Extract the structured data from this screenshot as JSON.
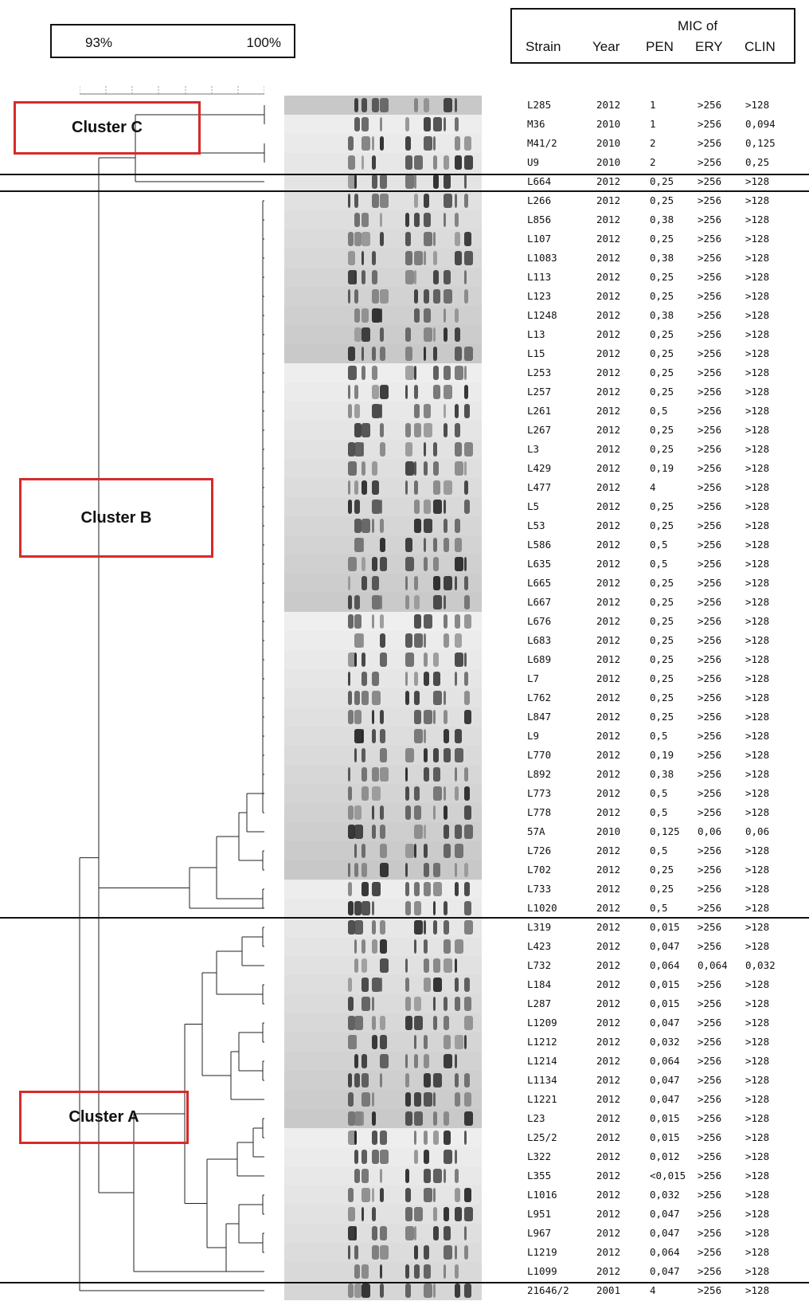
{
  "scale": {
    "left_label": "93%",
    "right_label": "100%"
  },
  "header": {
    "mic_label": "MIC of",
    "columns": [
      "Strain",
      "Year",
      "PEN",
      "ERY",
      "CLIN"
    ]
  },
  "clusters": [
    {
      "name": "Cluster C"
    },
    {
      "name": "Cluster B"
    },
    {
      "name": "Cluster A"
    }
  ],
  "rows": [
    [
      "L285",
      "2012",
      "1",
      ">256",
      ">128"
    ],
    [
      "M36",
      "2010",
      "1",
      ">256",
      "0,094"
    ],
    [
      "M41/2",
      "2010",
      "2",
      ">256",
      "0,125"
    ],
    [
      "U9",
      "2010",
      "2",
      ">256",
      "0,25"
    ],
    [
      "L664",
      "2012",
      "0,25",
      ">256",
      ">128"
    ],
    [
      "L266",
      "2012",
      "0,25",
      ">256",
      ">128"
    ],
    [
      "L856",
      "2012",
      "0,38",
      ">256",
      ">128"
    ],
    [
      "L107",
      "2012",
      "0,25",
      ">256",
      ">128"
    ],
    [
      "L1083",
      "2012",
      "0,38",
      ">256",
      ">128"
    ],
    [
      "L113",
      "2012",
      "0,25",
      ">256",
      ">128"
    ],
    [
      "L123",
      "2012",
      "0,25",
      ">256",
      ">128"
    ],
    [
      "L1248",
      "2012",
      "0,38",
      ">256",
      ">128"
    ],
    [
      "L13",
      "2012",
      "0,25",
      ">256",
      ">128"
    ],
    [
      "L15",
      "2012",
      "0,25",
      ">256",
      ">128"
    ],
    [
      "L253",
      "2012",
      "0,25",
      ">256",
      ">128"
    ],
    [
      "L257",
      "2012",
      "0,25",
      ">256",
      ">128"
    ],
    [
      "L261",
      "2012",
      "0,5",
      ">256",
      ">128"
    ],
    [
      "L267",
      "2012",
      "0,25",
      ">256",
      ">128"
    ],
    [
      "L3",
      "2012",
      "0,25",
      ">256",
      ">128"
    ],
    [
      "L429",
      "2012",
      "0,19",
      ">256",
      ">128"
    ],
    [
      "L477",
      "2012",
      "4",
      ">256",
      ">128"
    ],
    [
      "L5",
      "2012",
      "0,25",
      ">256",
      ">128"
    ],
    [
      "L53",
      "2012",
      "0,25",
      ">256",
      ">128"
    ],
    [
      "L586",
      "2012",
      "0,5",
      ">256",
      ">128"
    ],
    [
      "L635",
      "2012",
      "0,5",
      ">256",
      ">128"
    ],
    [
      "L665",
      "2012",
      "0,25",
      ">256",
      ">128"
    ],
    [
      "L667",
      "2012",
      "0,25",
      ">256",
      ">128"
    ],
    [
      "L676",
      "2012",
      "0,25",
      ">256",
      ">128"
    ],
    [
      "L683",
      "2012",
      "0,25",
      ">256",
      ">128"
    ],
    [
      "L689",
      "2012",
      "0,25",
      ">256",
      ">128"
    ],
    [
      "L7",
      "2012",
      "0,25",
      ">256",
      ">128"
    ],
    [
      "L762",
      "2012",
      "0,25",
      ">256",
      ">128"
    ],
    [
      "L847",
      "2012",
      "0,25",
      ">256",
      ">128"
    ],
    [
      "L9",
      "2012",
      "0,5",
      ">256",
      ">128"
    ],
    [
      "L770",
      "2012",
      "0,19",
      ">256",
      ">128"
    ],
    [
      "L892",
      "2012",
      "0,38",
      ">256",
      ">128"
    ],
    [
      "L773",
      "2012",
      "0,5",
      ">256",
      ">128"
    ],
    [
      "L778",
      "2012",
      "0,5",
      ">256",
      ">128"
    ],
    [
      "57A",
      "2010",
      "0,125",
      "0,06",
      "0,06"
    ],
    [
      "L726",
      "2012",
      "0,5",
      ">256",
      ">128"
    ],
    [
      "L702",
      "2012",
      "0,25",
      ">256",
      ">128"
    ],
    [
      "L733",
      "2012",
      "0,25",
      ">256",
      ">128"
    ],
    [
      "L1020",
      "2012",
      "0,5",
      ">256",
      ">128"
    ],
    [
      "L319",
      "2012",
      "0,015",
      ">256",
      ">128"
    ],
    [
      "L423",
      "2012",
      "0,047",
      ">256",
      ">128"
    ],
    [
      "L732",
      "2012",
      "0,064",
      "0,064",
      "0,032"
    ],
    [
      "L184",
      "2012",
      "0,015",
      ">256",
      ">128"
    ],
    [
      "L287",
      "2012",
      "0,015",
      ">256",
      ">128"
    ],
    [
      "L1209",
      "2012",
      "0,047",
      ">256",
      ">128"
    ],
    [
      "L1212",
      "2012",
      "0,032",
      ">256",
      ">128"
    ],
    [
      "L1214",
      "2012",
      "0,064",
      ">256",
      ">128"
    ],
    [
      "L1134",
      "2012",
      "0,047",
      ">256",
      ">128"
    ],
    [
      "L1221",
      "2012",
      "0,047",
      ">256",
      ">128"
    ],
    [
      "L23",
      "2012",
      "0,015",
      ">256",
      ">128"
    ],
    [
      "L25/2",
      "2012",
      "0,015",
      ">256",
      ">128"
    ],
    [
      "L322",
      "2012",
      "0,012",
      ">256",
      ">128"
    ],
    [
      "L355",
      "2012",
      "<0,015",
      ">256",
      ">128"
    ],
    [
      "L1016",
      "2012",
      "0,032",
      ">256",
      ">128"
    ],
    [
      "L951",
      "2012",
      "0,047",
      ">256",
      ">128"
    ],
    [
      "L967",
      "2012",
      "0,047",
      ">256",
      ">128"
    ],
    [
      "L1219",
      "2012",
      "0,064",
      ">256",
      ">128"
    ],
    [
      "L1099",
      "2012",
      "0,047",
      ">256",
      ">128"
    ],
    [
      "21646/2",
      "2001",
      "4",
      ">256",
      ">128"
    ]
  ],
  "colors": {
    "cluster_box": "#d62b2b",
    "line": "#111111",
    "gel_bg": "#d6d6d6",
    "band": "#1a1a1a"
  }
}
